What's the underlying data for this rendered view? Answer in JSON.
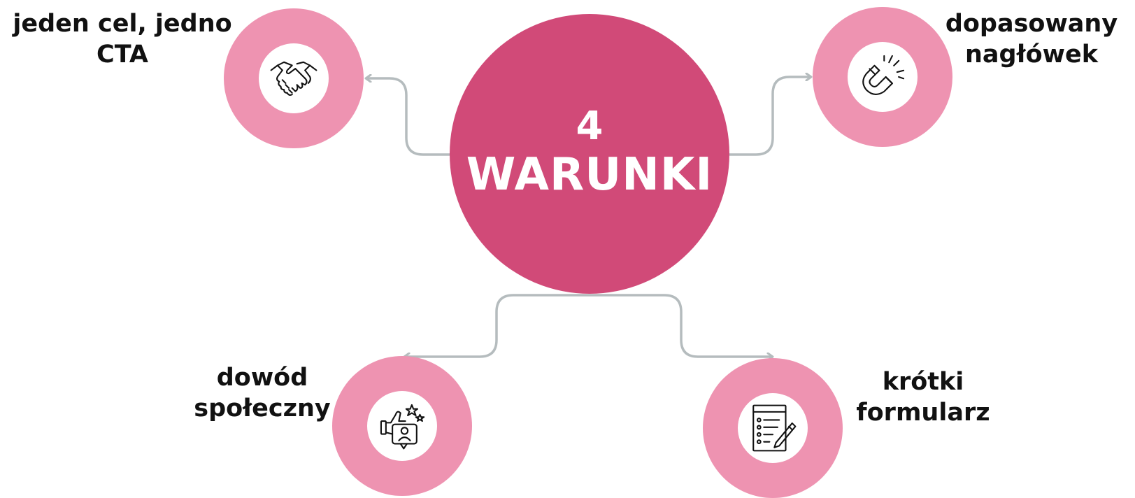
{
  "center": {
    "number": "4",
    "title": "WARUNKI"
  },
  "nodes": [
    {
      "label_line1": "jeden cel, jedno",
      "label_line2": "CTA",
      "icon": "handshake-icon"
    },
    {
      "label_line1": "dopasowany",
      "label_line2": "nagłówek",
      "icon": "magnet-icon"
    },
    {
      "label_line1": "dowód",
      "label_line2": "społeczny",
      "icon": "thumbs-up-review-icon"
    },
    {
      "label_line1": "krótki",
      "label_line2": "formularz",
      "icon": "form-pencil-icon"
    }
  ],
  "colors": {
    "center_fill": "#d14a78",
    "node_fill": "#ee93b1",
    "node_inner": "#ffffff",
    "connector": "#b5bcbe",
    "label_text": "#111111",
    "center_text": "#ffffff"
  }
}
